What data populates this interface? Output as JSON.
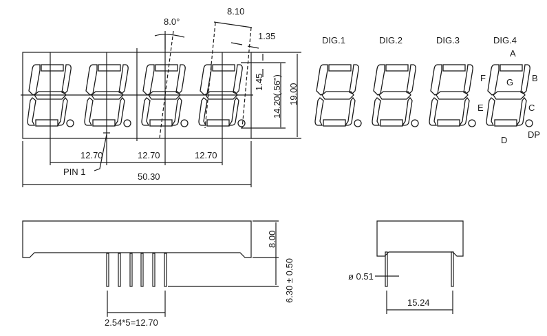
{
  "front_view": {
    "digits_count": 4,
    "dimensions": {
      "angle": "8.0°",
      "digit_width": "8.10",
      "segment_width": "1.35",
      "top_offset": "1.45",
      "digit_height": "14.20(.56\")",
      "body_height": "19.00",
      "pitch_1": "12.70",
      "pitch_2": "12.70",
      "pitch_3": "12.70",
      "total_width": "50.30",
      "pin1_label": "PIN 1"
    }
  },
  "segment_diagram": {
    "digits": [
      "DIG.1",
      "DIG.2",
      "DIG.3",
      "DIG.4"
    ],
    "segments": {
      "a": "A",
      "b": "B",
      "c": "C",
      "d": "D",
      "e": "E",
      "f": "F",
      "g": "G",
      "dp": "DP"
    }
  },
  "side_view": {
    "dimensions": {
      "body_depth": "8.00",
      "pin_length": "6.30 ± 0.50",
      "pin_pitch": "2.54*5=12.70"
    },
    "pin_count": 6
  },
  "end_view": {
    "dimensions": {
      "pin_diameter": "ø 0.51",
      "row_spacing": "15.24"
    }
  },
  "colors": {
    "line": "#1a1a1a",
    "background": "#ffffff"
  }
}
